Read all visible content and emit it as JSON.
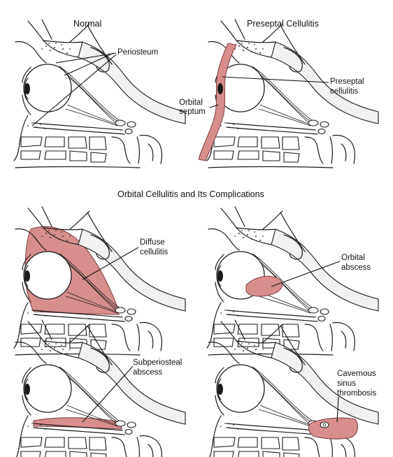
{
  "panels": {
    "normal": {
      "title": "Normal",
      "labels": [
        "Periosteum"
      ]
    },
    "preseptal": {
      "title": "Preseptal Cellulitis",
      "labels": [
        "Preseptal",
        "cellulitis",
        "Orbital",
        "septum"
      ]
    },
    "diffuse": {
      "labels": [
        "Diffuse",
        "cellulitis"
      ]
    },
    "orbital_abscess": {
      "labels": [
        "Orbital",
        "abscess"
      ]
    },
    "subperiosteal": {
      "labels": [
        "Subperiosteal",
        "abscess"
      ]
    },
    "cavernous": {
      "labels": [
        "Cavernous",
        "sinus",
        "thrombosis"
      ]
    }
  },
  "section_title": "Orbital Cellulitis and Its Complications",
  "colors": {
    "inflammation": "#d98e8e",
    "bone": "#f1f1f1",
    "line": "#1a1a1a"
  }
}
